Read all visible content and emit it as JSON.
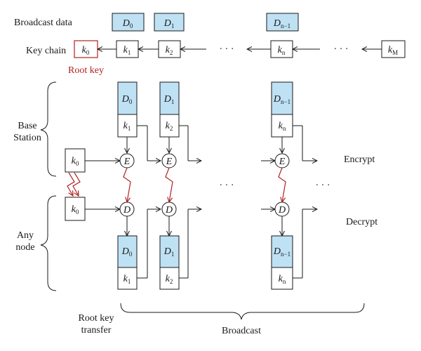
{
  "labels": {
    "broadcast_data": "Broadcast data",
    "key_chain": "Key chain",
    "root_key": "Root key",
    "base_station_1": "Base",
    "base_station_2": "Station",
    "any_node_1": "Any",
    "node_2": "node",
    "encrypt": "Encrypt",
    "decrypt": "Decrypt",
    "root_key_transfer_1": "Root key",
    "root_key_transfer_2": "transfer",
    "broadcast": "Broadcast",
    "ellipsis": "· · ·"
  },
  "symbols": {
    "D": "D",
    "k": "k",
    "E": "E",
    "sub_0": "0",
    "sub_1": "1",
    "sub_2": "2",
    "sub_n": "n",
    "sub_n_minus_1": "n−1",
    "sub_M": "M"
  },
  "colors": {
    "data_fill": "#bfe1f4",
    "root_key_red": "#b22222",
    "line": "#1a1a1a"
  }
}
